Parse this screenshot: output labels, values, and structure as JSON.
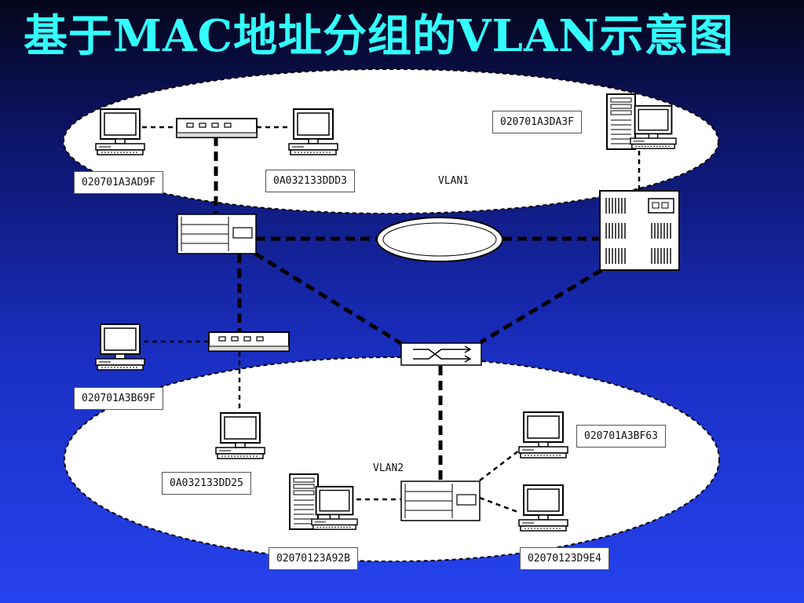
{
  "title": "基于MAC地址分组的VLAN示意图",
  "vlans": {
    "vlan1": "VLAN1",
    "vlan2": "VLAN2"
  },
  "mac_addresses": {
    "vlan1_pc_left": "020701A3AD9F",
    "vlan1_pc_middle": "0A032133DDD3",
    "vlan1_server": "020701A3DA3F",
    "pc_outside": "020701A3B69F",
    "vlan2_pc_hub": "0A032133DD25",
    "vlan2_pc_right_top": "020701A3BF63",
    "vlan2_server": "02070123A92B",
    "vlan2_pc_right_bottom": "02070123D9E4"
  },
  "colors": {
    "title": "#33ffff",
    "background_top": "#05061a",
    "background_bottom": "#2642ee",
    "link": "#000000",
    "ellipse_fill": "#ffffff"
  }
}
